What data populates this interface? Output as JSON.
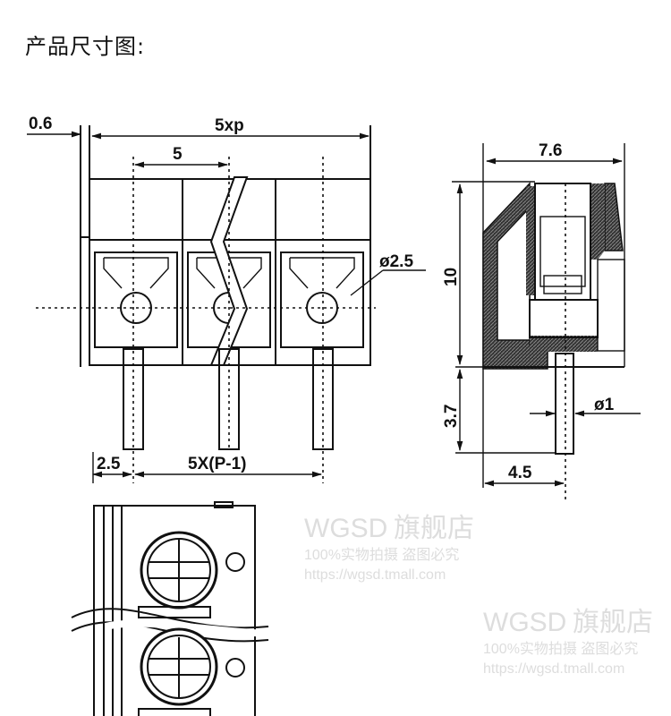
{
  "title": "产品尺寸图:",
  "watermark": {
    "brand": "WGSD",
    "store": "旗舰店",
    "notice": "100%实物拍摄 盗图必究",
    "url": "https://wgsd.tmall.com"
  },
  "front_view": {
    "dim_offset": "0.6",
    "dim_total": "5xp",
    "dim_pitch": "5",
    "dim_hole": "ø2.5",
    "dim_edge": "2.5",
    "dim_span": "5X(P-1)"
  },
  "side_view": {
    "dim_width": "7.6",
    "dim_height": "10",
    "dim_pin_length": "3.7",
    "dim_pin_dia": "ø1",
    "dim_pin_offset": "4.5"
  }
}
